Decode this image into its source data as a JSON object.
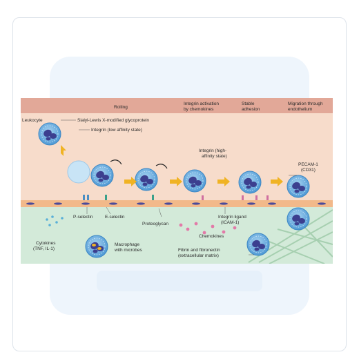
{
  "header": {
    "stages": [
      "Rolling",
      "Integrin activation",
      "by chemokines",
      "Stable",
      "adhesion",
      "Migration through",
      "endothelium"
    ]
  },
  "labels": {
    "leukocyte": "Leukocyte",
    "sialyl": "Sialyl-Lewis X-modified glycoprotein",
    "integrin_low": "Integrin (low affinity state)",
    "integrin_high_1": "Integrin (high-",
    "integrin_high_2": "affinity state)",
    "pecam_1": "PECAM-1",
    "pecam_2": "(CD31)",
    "p_selectin": "P-selectin",
    "e_selectin": "E-selectin",
    "proteoglycan": "Proteoglycan",
    "integrin_ligand_1": "Integrin ligand",
    "integrin_ligand_2": "(ICAM-1)",
    "chemokines": "Chemokines",
    "cytokines_1": "Cytokines",
    "cytokines_2": "(TNF, IL-1)",
    "macrophage_1": "Macrophage",
    "macrophage_2": "with microbes",
    "fibrin_1": "Fibrin and fibronectin",
    "fibrin_2": "(extracellular matrix)"
  },
  "colors": {
    "header_bar": "#e2a898",
    "vessel": "#f7dccb",
    "tissue": "#d3ead9",
    "endothelium": "#f2b98a",
    "cell": "#63a9de",
    "nucleus": "#3c3f8f",
    "arrow": "#f0b324"
  }
}
